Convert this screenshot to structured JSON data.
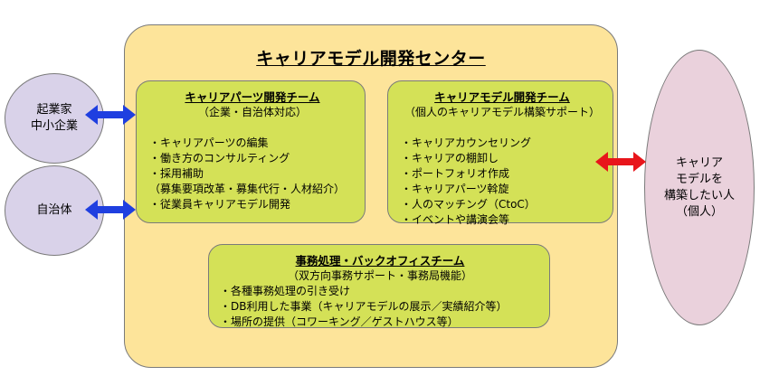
{
  "center": {
    "title": "キャリアモデル開発センター"
  },
  "left_nodes": {
    "node1": {
      "line1": "起業家",
      "line2": "中小企業"
    },
    "node2": {
      "label": "自治体"
    }
  },
  "right_node": {
    "line1": "キャリア",
    "line2": "モデルを",
    "line3": "構築したい人",
    "line4": "（個人）"
  },
  "teams": {
    "parts": {
      "title": "キャリアパーツ開発チーム",
      "subtitle": "（企業・自治体対応）",
      "items": [
        "・キャリアパーツの編集",
        "・働き方のコンサルティング",
        "・採用補助",
        "（募集要項改革・募集代行・人材紹介）",
        "・従業員キャリアモデル開発"
      ]
    },
    "model": {
      "title": "キャリアモデル開発チーム",
      "subtitle": "（個人のキャリアモデル構築サポート）",
      "items": [
        "・キャリアカウンセリング",
        "・キャリアの棚卸し",
        "・ポートフォリオ作成",
        "・キャリアパーツ斡旋",
        "・人のマッチング（CtoC）",
        "・イベントや講演会等"
      ]
    },
    "office": {
      "title": "事務処理・バックオフィスチーム",
      "subtitle": "（双方向事務サポート・事務局機能）",
      "items": [
        "・各種事務処理の引き受け",
        "・DB利用した事業（キャリアモデルの展示／実績紹介等）",
        "・場所の提供（コワーキング／ゲストハウス等）"
      ]
    }
  },
  "colors": {
    "center_fill": "#fde49a",
    "team_fill": "#d4e157",
    "circle_fill": "#d9d2e9",
    "ellipse_fill": "#ead1dc",
    "arrow_blue": "#1f3fe0",
    "arrow_red": "#e8151b"
  }
}
